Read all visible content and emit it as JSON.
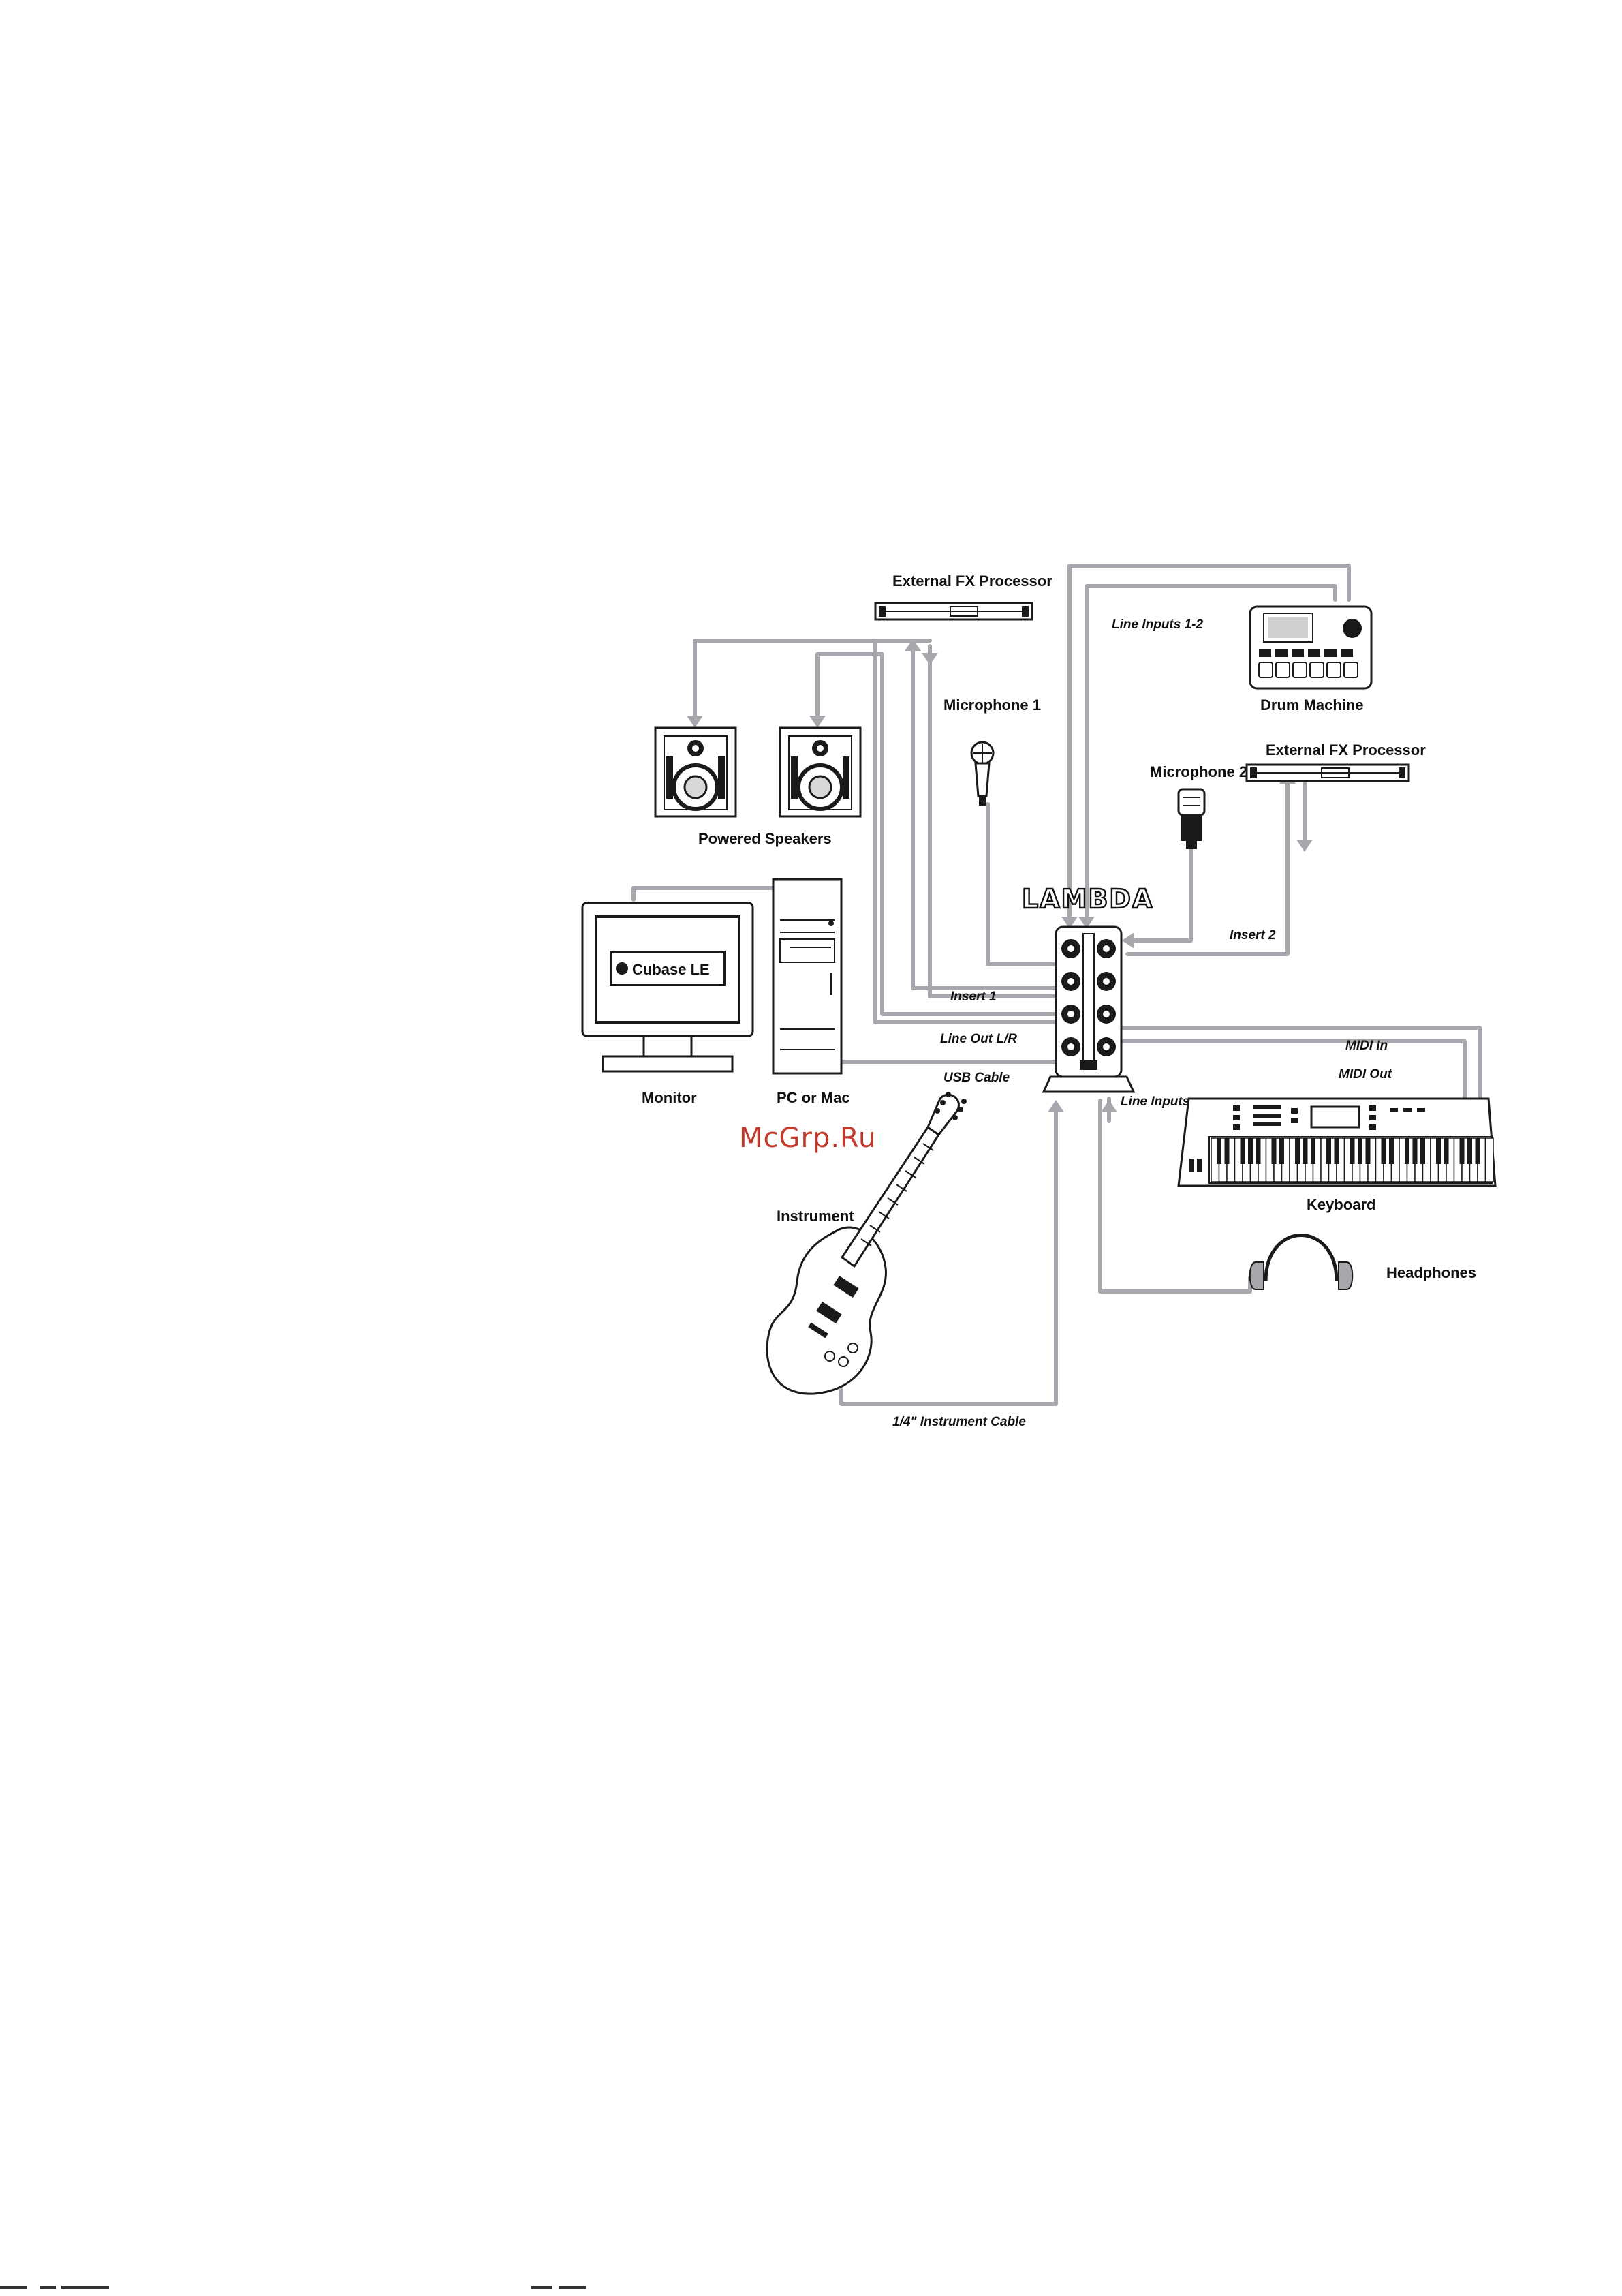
{
  "diagram": {
    "brand": "LAMBDA",
    "screen_logo": "Cubase LE",
    "labels": {
      "fx_top": "External FX Processor",
      "fx_right": "External FX Processor",
      "line_inputs_12": "Line Inputs 1-2",
      "drum_machine": "Drum Machine",
      "microphone_1": "Microphone 1",
      "microphone_2": "Microphone 2",
      "powered_speakers": "Powered Speakers",
      "insert_2": "Insert 2",
      "insert_1": "Insert 1",
      "line_out": "Line Out L/R",
      "usb_cable": "USB Cable",
      "midi_in": "MIDI In",
      "midi_out": "MIDI Out",
      "line_inputs": "Line Inputs",
      "monitor": "Monitor",
      "pc_or_mac": "PC or Mac",
      "keyboard": "Keyboard",
      "instrument": "Instrument",
      "headphones": "Headphones",
      "instrument_cable": "1/4\" Instrument Cable"
    },
    "watermark": "McGrp.Ru",
    "colors": {
      "cable": "#a7a8ad",
      "outline": "#1a1a1a",
      "watermark": "#c0392b"
    }
  }
}
